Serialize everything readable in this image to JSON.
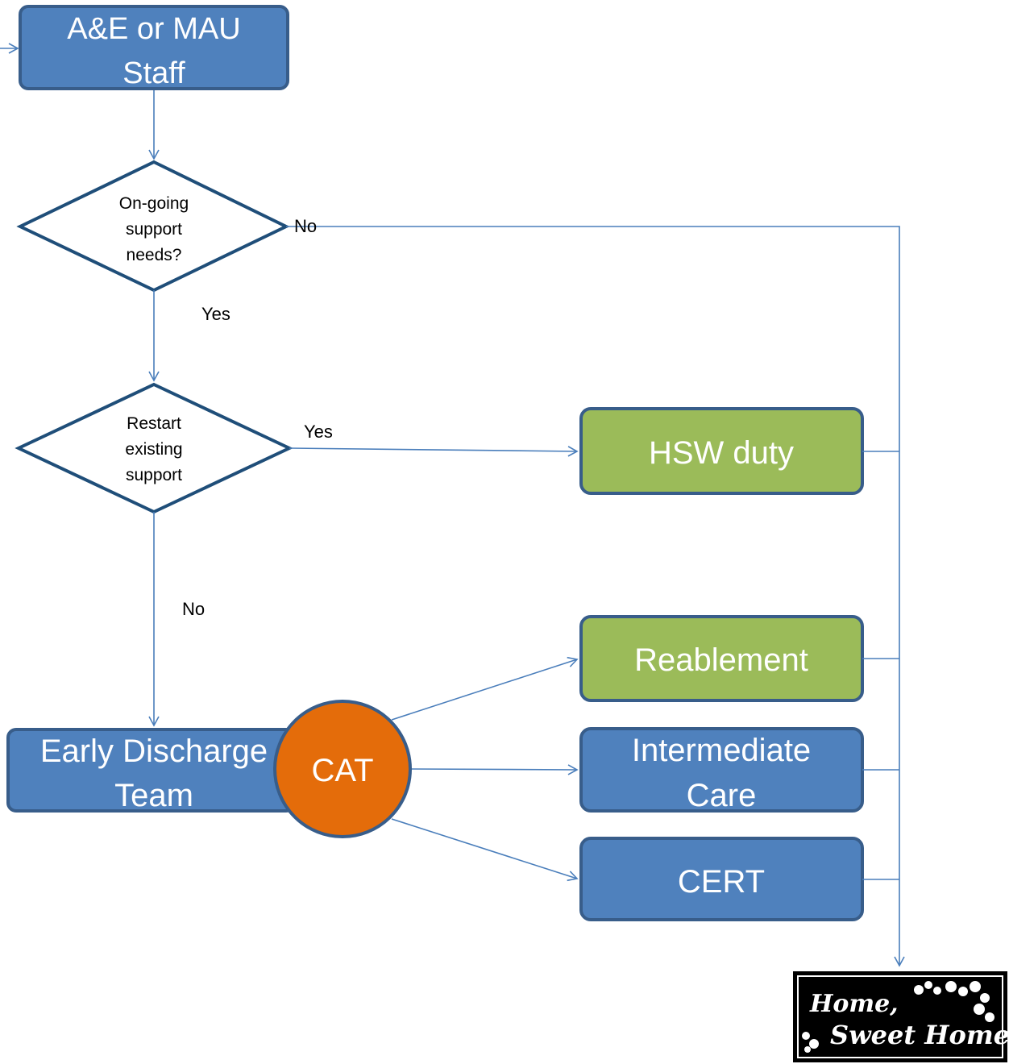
{
  "nodes": {
    "start": {
      "lines": [
        "A&E or MAU",
        "Staff"
      ],
      "color": "#4f81bd"
    },
    "decision_support": {
      "lines": [
        "On-going",
        "support",
        "needs?"
      ]
    },
    "decision_restart": {
      "lines": [
        "Restart",
        "existing",
        "support"
      ]
    },
    "hsw": {
      "label": "HSW duty",
      "color": "#9bbb59"
    },
    "reablement": {
      "label": "Reablement",
      "color": "#9bbb59"
    },
    "intermediate": {
      "lines": [
        "Intermediate",
        "Care"
      ],
      "color": "#4f81bd"
    },
    "cert": {
      "label": "CERT",
      "color": "#4f81bd"
    },
    "early_discharge": {
      "lines": [
        "Early Discharge",
        "Team"
      ],
      "color": "#4f81bd"
    },
    "cat": {
      "label": "CAT",
      "color": "#e46c0a"
    }
  },
  "edge_labels": {
    "support_no": "No",
    "support_yes": "Yes",
    "restart_yes": "Yes",
    "restart_no": "No"
  },
  "logo": {
    "line1": "Home,",
    "line2": "Sweet Home"
  },
  "colors": {
    "border": "#385d8a",
    "connector": "#4a7ebb"
  }
}
